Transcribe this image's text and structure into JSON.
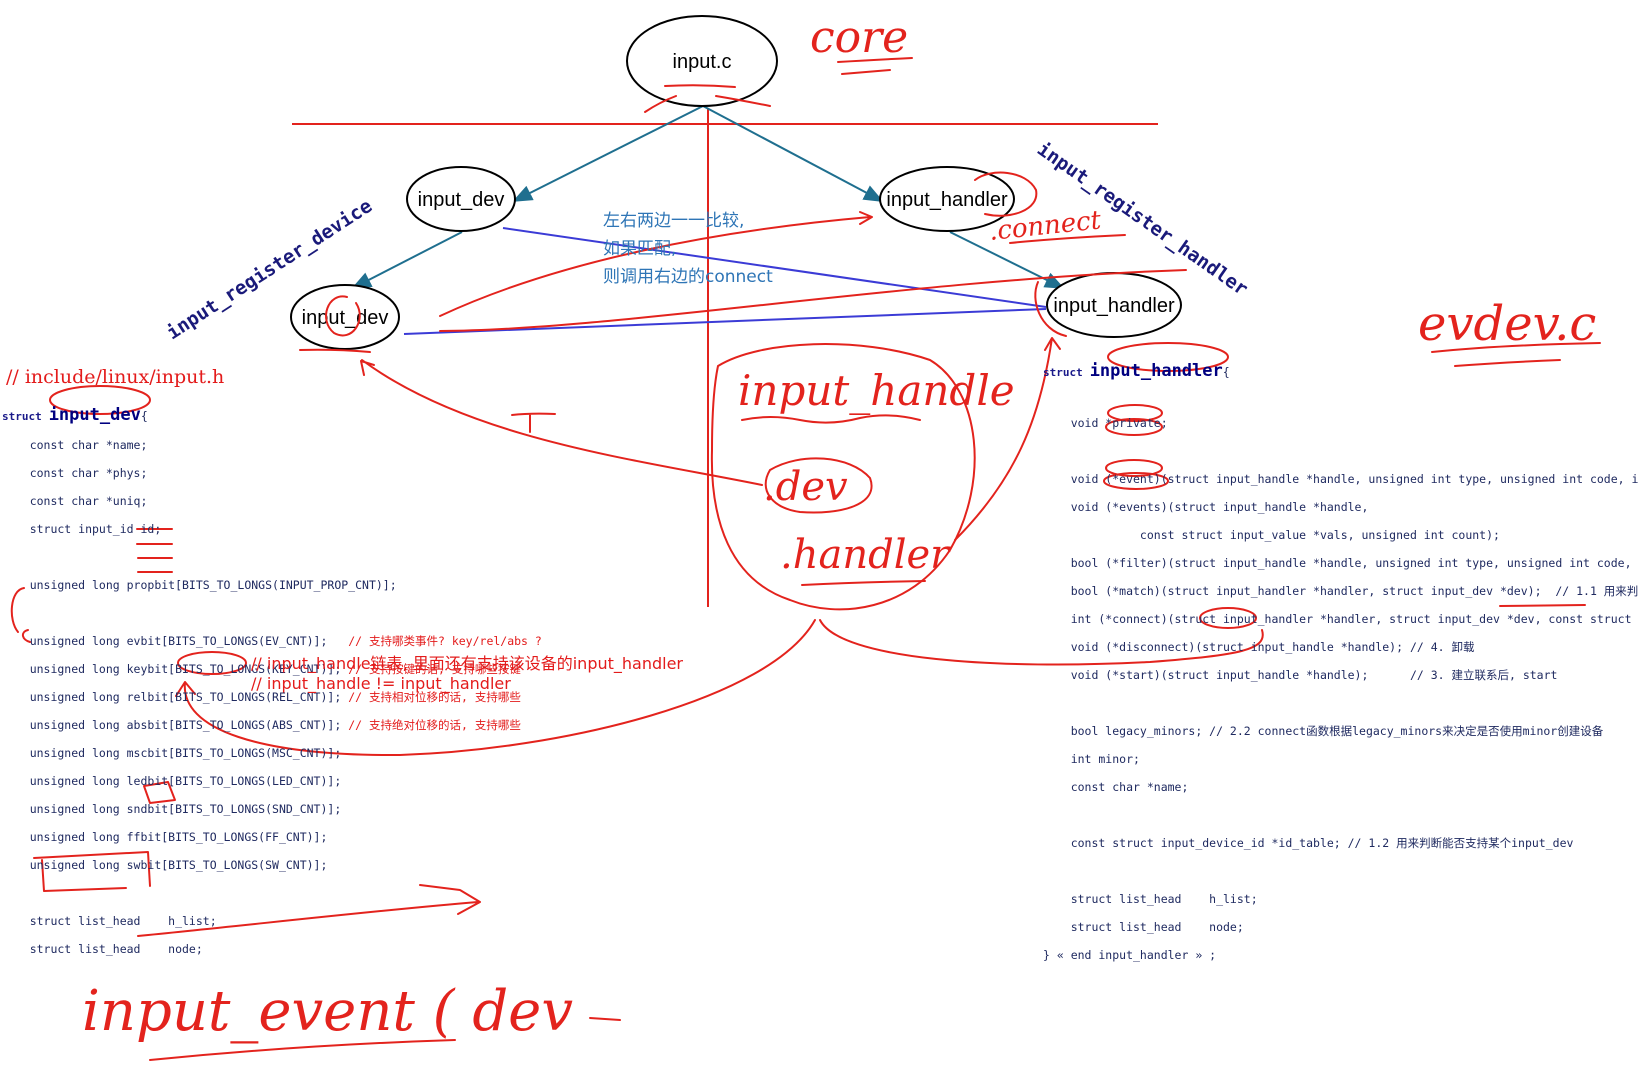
{
  "nodes": {
    "core": "input.c",
    "dev_top": "input_dev",
    "dev_bottom": "input_dev",
    "handler_top": "input_handler",
    "handler_bottom": "input_handler"
  },
  "side_labels": {
    "register_device": "input_register_device",
    "register_handler": "input_register_handler"
  },
  "notes": {
    "compare_line1": "左右两边一一比较,",
    "compare_line2": "如果匹配,",
    "compare_line3": "则调用右边的connect",
    "hlist_note1": "// input_handle链表, 里面还有支持该设备的input_handler",
    "hlist_note2": "// input_handle != input_handler"
  },
  "header_path": "// include/linux/input.h",
  "handwriting": {
    "core": "core",
    "connect": ".connect",
    "evdev": "evdev.c",
    "input_handle": "input_handle",
    "dev": ".dev",
    "handler": ".handler",
    "input_event": "input_event ( dev"
  },
  "dev_struct": {
    "l1_kw": "struct",
    "l1_name": "input_dev",
    "l1_tail": "{",
    "l2": "    const char *name;",
    "l3": "    const char *phys;",
    "l4": "    const char *uniq;",
    "l5": "    struct input_id id;",
    "l6": "    unsigned long propbit[BITS_TO_LONGS(INPUT_PROP_CNT)];",
    "l7": "    unsigned long evbit[BITS_TO_LONGS(EV_CNT)];",
    "l7c": "// 支持哪类事件? key/rel/abs ?",
    "l8": "    unsigned long keybit[BITS_TO_LONGS(KEY_CNT)];",
    "l8c": "// 支持按键的话, 支持哪些按键",
    "l9": "    unsigned long relbit[BITS_TO_LONGS(REL_CNT)];",
    "l9c": "// 支持相对位移的话, 支持哪些",
    "l10": "    unsigned long absbit[BITS_TO_LONGS(ABS_CNT)];",
    "l10c": "// 支持绝对位移的话, 支持哪些",
    "l11": "    unsigned long mscbit[BITS_TO_LONGS(MSC_CNT)];",
    "l12": "    unsigned long ledbit[BITS_TO_LONGS(LED_CNT)];",
    "l13": "    unsigned long sndbit[BITS_TO_LONGS(SND_CNT)];",
    "l14": "    unsigned long ffbit[BITS_TO_LONGS(FF_CNT)];",
    "l15": "    unsigned long swbit[BITS_TO_LONGS(SW_CNT)];",
    "l16": "    struct list_head    h_list;",
    "l17": "    struct list_head    node;"
  },
  "handler_struct": {
    "l1_kw": "struct",
    "l1_name": "input_handler",
    "l1_tail": "{",
    "l2": "    void *private;",
    "l3": "    void (*event)(struct input_handle *handle, unsigned int type, unsigned int code, i",
    "l4": "    void (*events)(struct input_handle *handle,",
    "l5": "              const struct input_value *vals, unsigned int count);",
    "l6": "    bool (*filter)(struct input_handle *handle, unsigned int type, unsigned int code,",
    "l7": "    bool (*match)(struct input_handler *handler, struct input_dev *dev);  // 1.1 用来判",
    "l8": "    int (*connect)(struct input_handler *handler, struct input_dev *dev, const struct",
    "l9": "    void (*disconnect)(struct input_handle *handle); // 4. 卸载",
    "l10": "    void (*start)(struct input_handle *handle);      // 3. 建立联系后, start",
    "l11": "    bool legacy_minors; // 2.2 connect函数根据legacy_minors来决定是否使用minor创建设备",
    "l12": "    int minor;",
    "l13": "    const char *name;",
    "l14": "    const struct input_device_id *id_table; // 1.2 用来判断能否支持某个input_dev",
    "l15": "    struct list_head    h_list;",
    "l16": "    struct list_head    node;",
    "l17": "} « end input_handler » ;"
  }
}
